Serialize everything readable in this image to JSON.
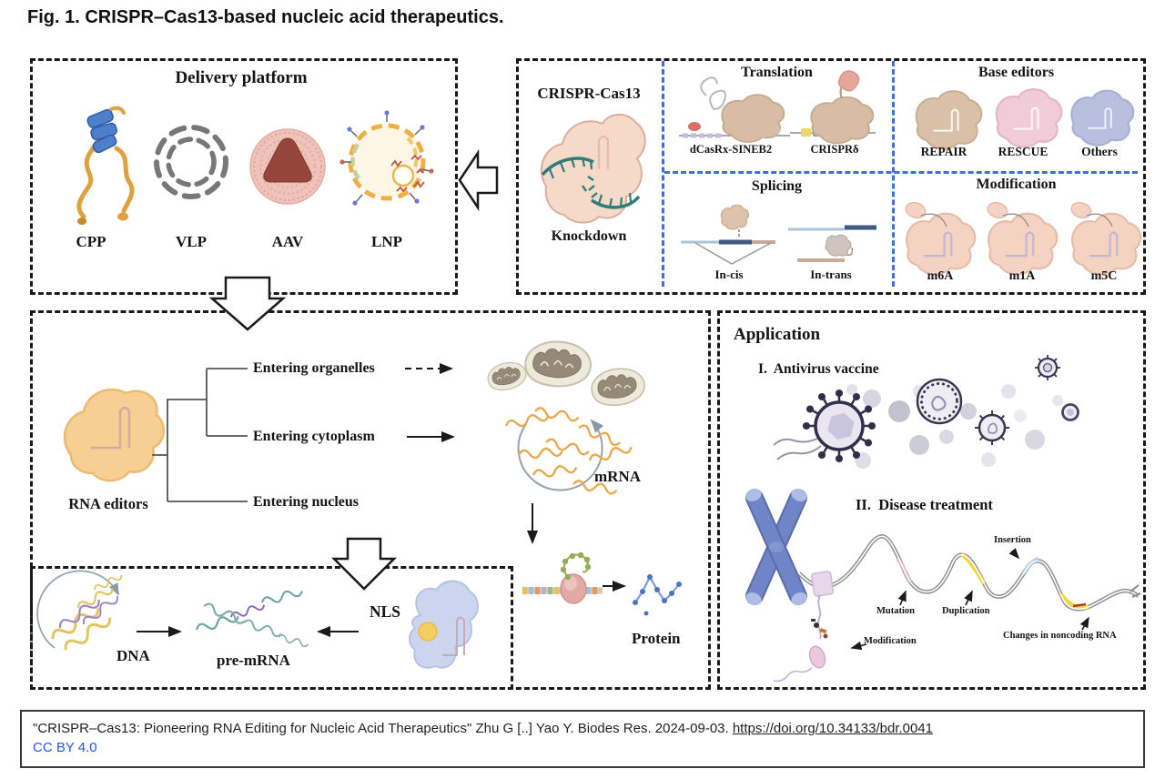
{
  "figure": {
    "title": "Fig. 1. CRISPR–Cas13-based nucleic acid therapeutics."
  },
  "delivery": {
    "title": "Delivery platform",
    "items": [
      "CPP",
      "VLP",
      "AAV",
      "LNP"
    ]
  },
  "cas13": {
    "title": "CRISPR-Cas13",
    "caption": "Knockdown"
  },
  "translation": {
    "title": "Translation",
    "items": [
      "dCasRx-SINEB2",
      "CRISPRδ"
    ]
  },
  "base_editors": {
    "title": "Base editors",
    "items": [
      "REPAIR",
      "RESCUE",
      "Others"
    ]
  },
  "splicing": {
    "title": "Splicing",
    "items": [
      "In-cis",
      "In-trans"
    ]
  },
  "modification": {
    "title": "Modification",
    "items": [
      "m6A",
      "m1A",
      "m5C"
    ]
  },
  "cell": {
    "rna_editors": "RNA editors",
    "branches": [
      "Entering organelles",
      "Entering cytoplasm",
      "Entering nucleus"
    ],
    "mrna": "mRNA",
    "protein": "Protein"
  },
  "nucleus": {
    "dna": "DNA",
    "pre_mrna": "pre-mRNA",
    "nls": "NLS"
  },
  "application": {
    "title": "Application",
    "antivirus_heading": "I.  Antivirus vaccine",
    "disease_heading": "II.  Disease treatment",
    "labels": {
      "mutation": "Mutation",
      "duplication": "Duplication",
      "insertion": "Insertion",
      "modification": "Modification",
      "noncoding": "Changes in noncoding RNA"
    }
  },
  "citation": {
    "text": "\"CRISPR–Cas13: Pioneering RNA Editing for Nucleic Acid Therapeutics\" Zhu G [..] Yao Y. Biodes Res. 2024-09-03. ",
    "doi_link": "https://doi.org/10.34133/bdr.0041",
    "license_link": "CC BY 4.0"
  },
  "colors": {
    "dash_black": "#1a1a1a",
    "dash_blue": "#3E6ED8",
    "license_blue": "#2458E6"
  }
}
